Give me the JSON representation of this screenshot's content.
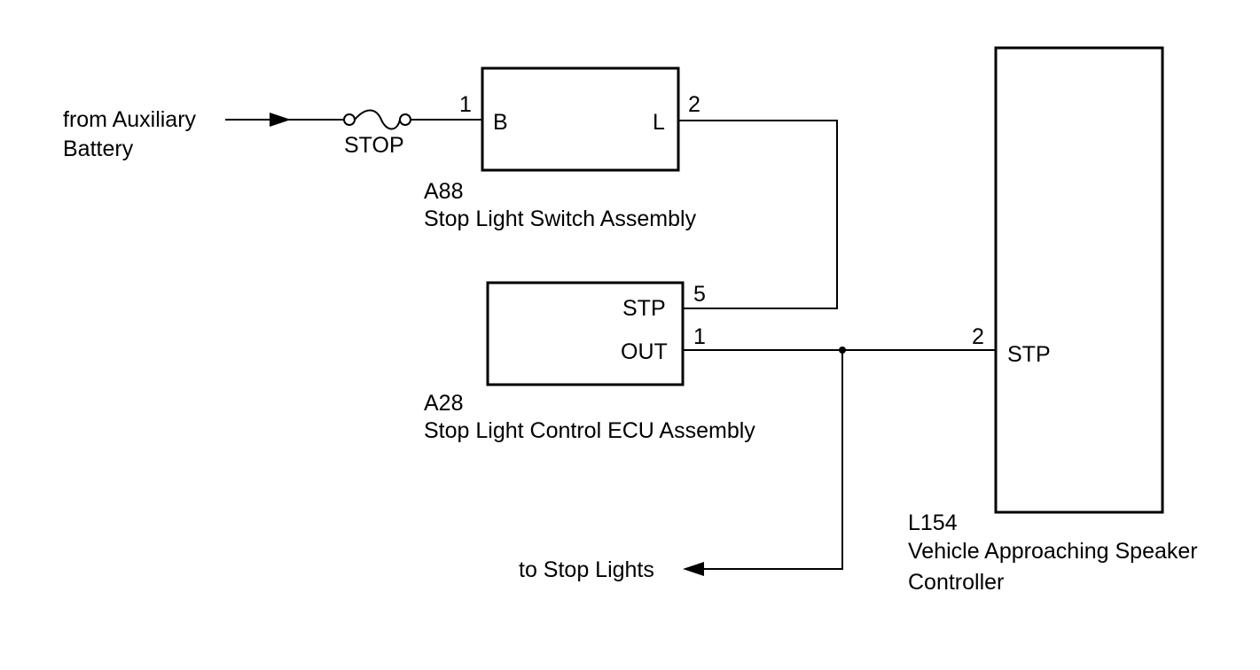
{
  "colors": {
    "line": "#000000",
    "background": "#ffffff"
  },
  "source": {
    "line1": "from Auxiliary",
    "line2": "Battery"
  },
  "fuse": {
    "label": "STOP"
  },
  "stop_light_switch": {
    "code": "A88",
    "name": "Stop Light Switch Assembly",
    "pin_b_number": "1",
    "pin_b_label": "B",
    "pin_l_number": "2",
    "pin_l_label": "L"
  },
  "stop_light_ecu": {
    "code": "A28",
    "name": "Stop Light Control ECU Assembly",
    "pin_stp_number": "5",
    "pin_stp_label": "STP",
    "pin_out_number": "1",
    "pin_out_label": "OUT"
  },
  "speaker_controller": {
    "code": "L154",
    "name_line1": "Vehicle Approaching Speaker",
    "name_line2": "Controller",
    "pin_stp_number": "2",
    "pin_stp_label": "STP"
  },
  "destination": {
    "label": "to Stop Lights"
  }
}
